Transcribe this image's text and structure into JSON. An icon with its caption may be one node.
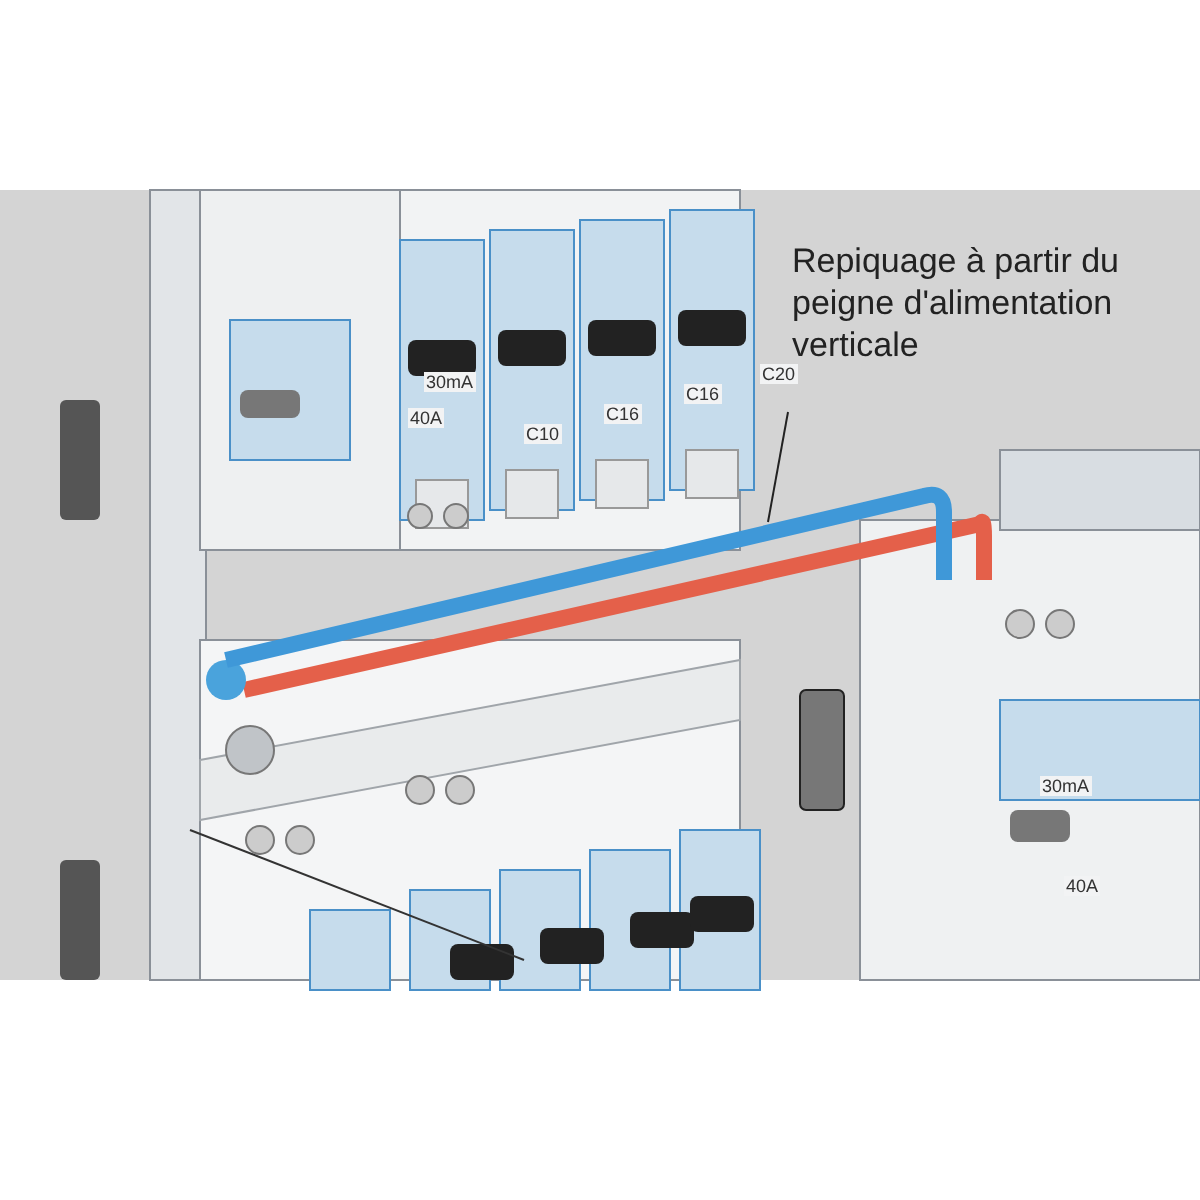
{
  "diagram": {
    "nodes": [
      {
        "text": [
          "Repiquage à partir du peigne d'alimentation verticale"
        ]
      },
      {
        "text": [],
        "shape": "picture"
      }
    ],
    "edges": [
      {
        "from": 0,
        "to": 1,
        "arrow": "none"
      }
    ],
    "labels": [
      "30mA",
      "40A",
      "C10",
      "C16",
      "C16",
      "C20",
      "30mA",
      "40A"
    ]
  }
}
